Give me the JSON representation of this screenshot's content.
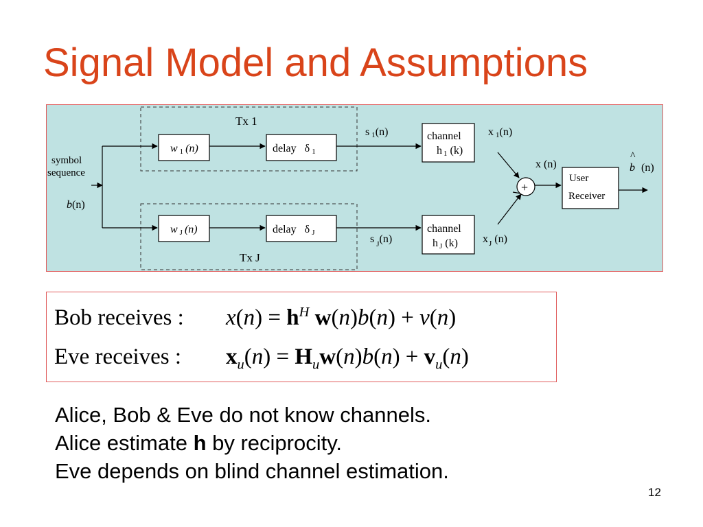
{
  "title": "Signal Model and Assumptions",
  "diagram": {
    "colors": {
      "background": "#bfe2e2",
      "border": "#e05a5a"
    },
    "tx1_label": "Tx 1",
    "txJ_label": "Tx J",
    "symbol": "symbol",
    "sequence": "sequence",
    "b_n_b": "b",
    "b_n_rest": "(n)",
    "w1_w": "w",
    "w1_sub": "1",
    "w1_n": "(n)",
    "wJ_w": "w",
    "wJ_sub": "J",
    "wJ_n": "(n)",
    "delay1": "delay",
    "delta1": "δ",
    "delta1_sub": "1",
    "delayJ": "delay",
    "deltaJ": "δ",
    "deltaJ_sub": "J",
    "s1_s": "s",
    "s1_sub": "1",
    "s1_n": "(n)",
    "sJ_s": "s",
    "sJ_sub": "J",
    "sJ_n": "(n)",
    "channel1": "channel",
    "h1_h": "h",
    "h1_sub": "1",
    "h1_k": "(k)",
    "channelJ": "channel",
    "hJ_h": "h",
    "hJ_sub": "J",
    "hJ_k": "(k)",
    "x1_x": "x",
    "x1_sub": "1",
    "x1_n": "(n)",
    "xJ_x": "x",
    "xJ_sub": "J",
    "xJ_n": "(n)",
    "xn": "x (n)",
    "plus": "+",
    "user": "User",
    "receiver": "Receiver",
    "bhat_hat": "^",
    "bhat_b": "b",
    "bhat_n": "(n)"
  },
  "equations": {
    "bob_label": "Bob receives :",
    "eve_label": "Eve receives :"
  },
  "bullets": {
    "line1": "Alice, Bob & Eve do not know channels.",
    "line2_pre": "Alice estimate ",
    "line2_bold": "h",
    "line2_post": " by reciprocity.",
    "line3": "Eve depends on blind channel estimation."
  },
  "page_number": "12"
}
